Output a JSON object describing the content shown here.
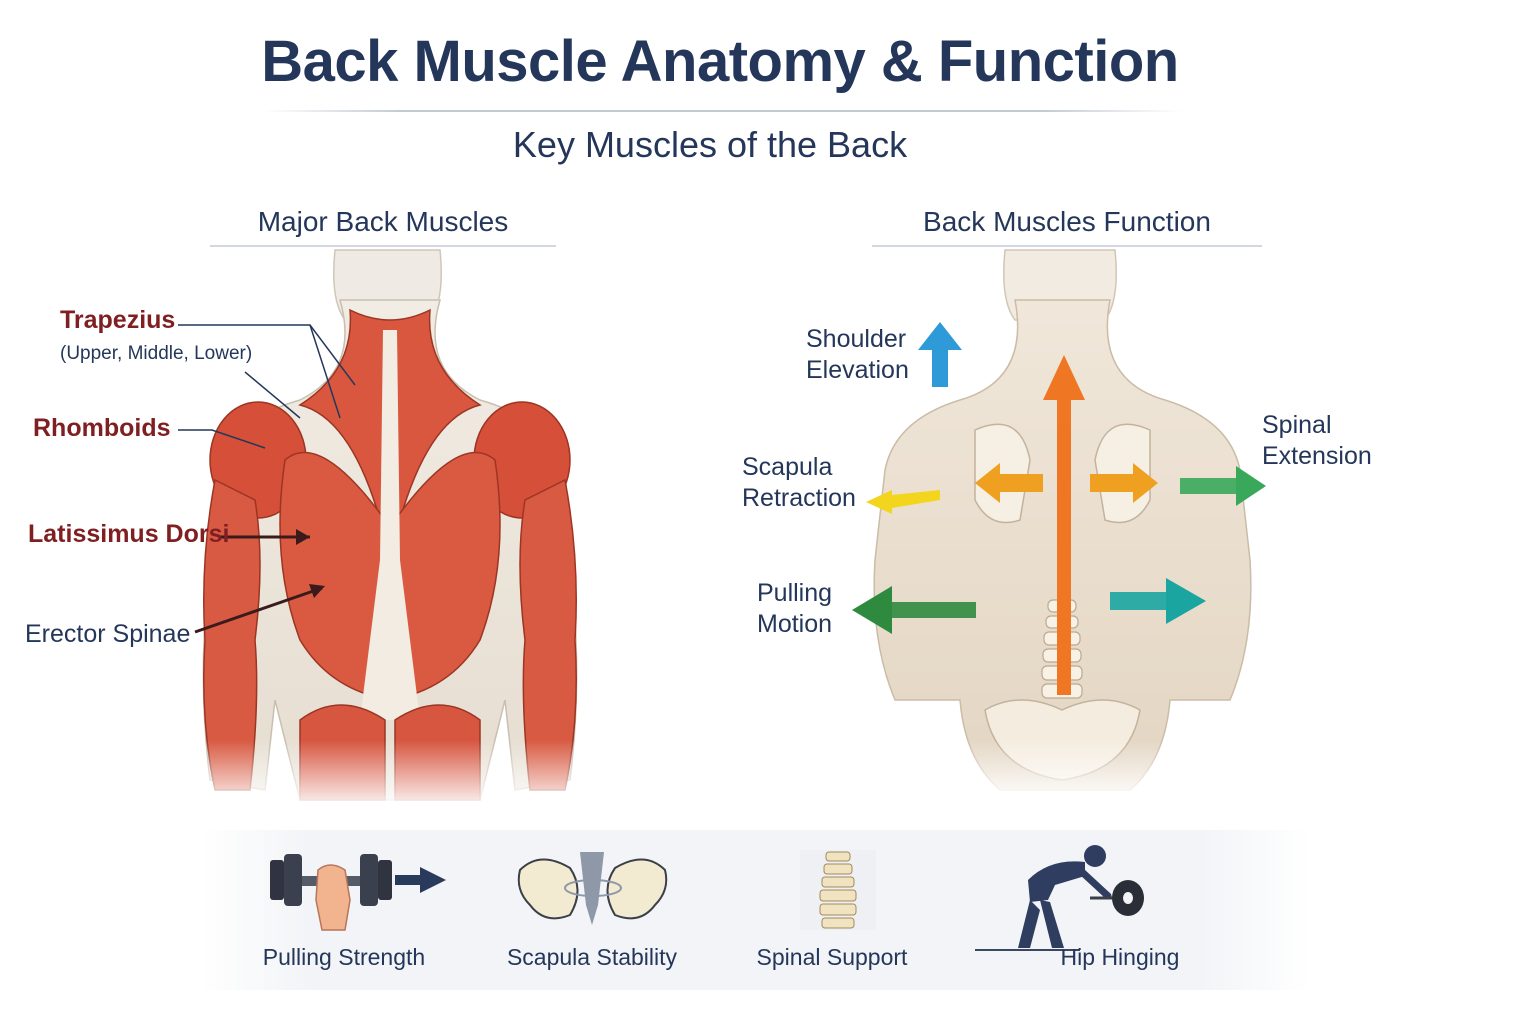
{
  "header": {
    "title": "Back Muscle Anatomy & Function",
    "subtitle": "Key Muscles of the Back"
  },
  "left_panel": {
    "heading": "Major Back Muscles",
    "labels": {
      "trapezius": "Trapezius",
      "trapezius_parts": "(Upper, Middle, Lower)",
      "rhomboids": "Rhomboids",
      "latissimus": "Latissimus Dorsi",
      "erector": "Erector Spinae"
    }
  },
  "right_panel": {
    "heading": "Back Muscles Function",
    "labels": {
      "shoulder_elevation": [
        "Shoulder",
        "Elevation"
      ],
      "scapula_retraction": [
        "Scapula",
        "Retraction"
      ],
      "pulling_motion": [
        "Pulling",
        "Motion"
      ],
      "spinal_extension": [
        "Spinal",
        "Extension"
      ]
    }
  },
  "benefits": [
    {
      "label": "Pulling Strength",
      "icon": "dumbbell-icon"
    },
    {
      "label": "Scapula Stability",
      "icon": "scapula-icon"
    },
    {
      "label": "Spinal Support",
      "icon": "spine-icon"
    },
    {
      "label": "Hip Hinging",
      "icon": "hip-hinge-icon"
    }
  ],
  "colors": {
    "title": "#24375a",
    "muscle_label": "#7f1f22",
    "muscle": "#d9573e",
    "shoulder_arrow": "#2f9ad8",
    "scapula_arrow": "#f0a020",
    "retraction_arrow": "#f2d51c",
    "spine_arrow": "#ef7622",
    "pulling_arrow": "#2e8a3e",
    "extension_arrow": "#3aa85a",
    "teal_arrow": "#1aa5a0"
  }
}
